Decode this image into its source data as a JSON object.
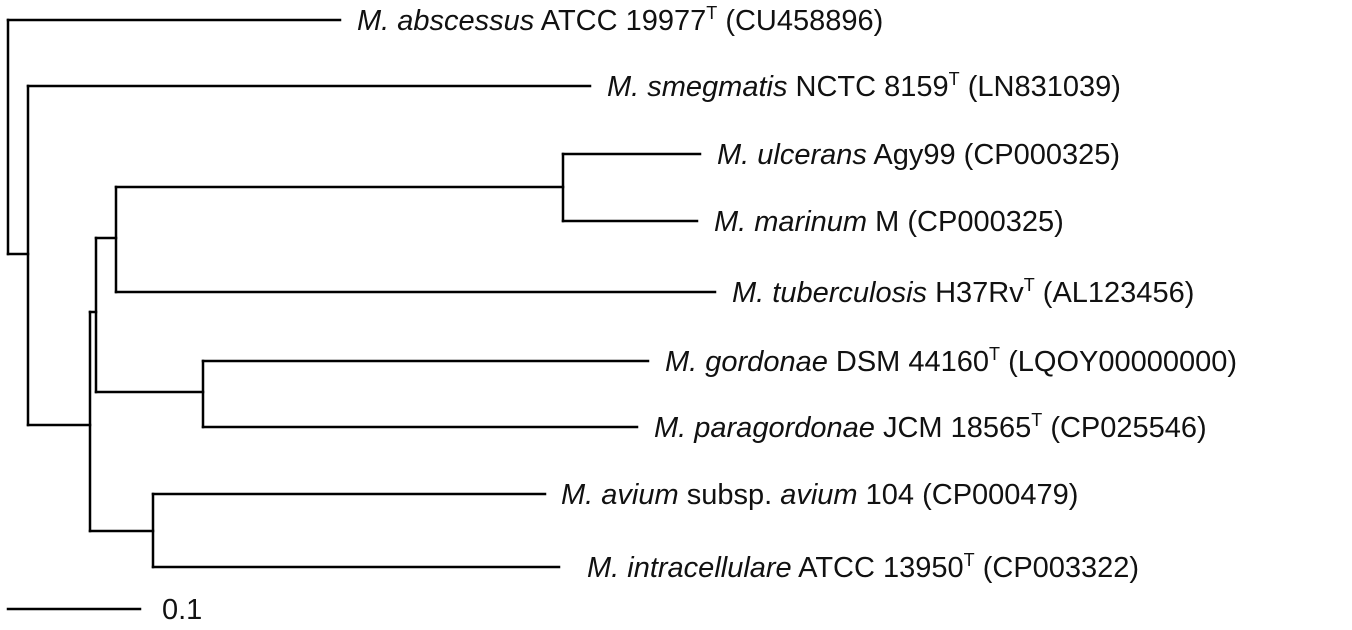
{
  "tree": {
    "taxa": [
      {
        "species": "M. abscessus",
        "strain": "ATCC 19977",
        "type_strain": true,
        "accession": "(CU458896)"
      },
      {
        "species": "M. smegmatis",
        "strain": "NCTC 8159",
        "type_strain": true,
        "accession": "(LN831039)"
      },
      {
        "species": "M. ulcerans",
        "strain": "Agy99",
        "type_strain": false,
        "accession": "(CP000325)"
      },
      {
        "species": "M. marinum",
        "strain": "M",
        "type_strain": false,
        "accession": "(CP000325)"
      },
      {
        "species": "M. tuberculosis",
        "strain": "H37Rv",
        "type_strain": true,
        "accession": "(AL123456)"
      },
      {
        "species": "M. gordonae",
        "strain": "DSM 44160",
        "type_strain": true,
        "accession": "(LQOY00000000)"
      },
      {
        "species": "M. paragordonae",
        "strain": "JCM 18565",
        "type_strain": true,
        "accession": "(CP025546)"
      },
      {
        "species": "M. avium",
        "subsp_word": "subsp.",
        "subsp_name": "avium",
        "strain": "104",
        "type_strain": false,
        "accession": "(CP000479)"
      },
      {
        "species": "M. intracellulare",
        "strain": "ATCC 13950",
        "type_strain": true,
        "accession": "(CP003322)"
      }
    ],
    "type_strain_mark": "T"
  },
  "scale_bar": {
    "label": "0.1",
    "value": 0.1
  }
}
